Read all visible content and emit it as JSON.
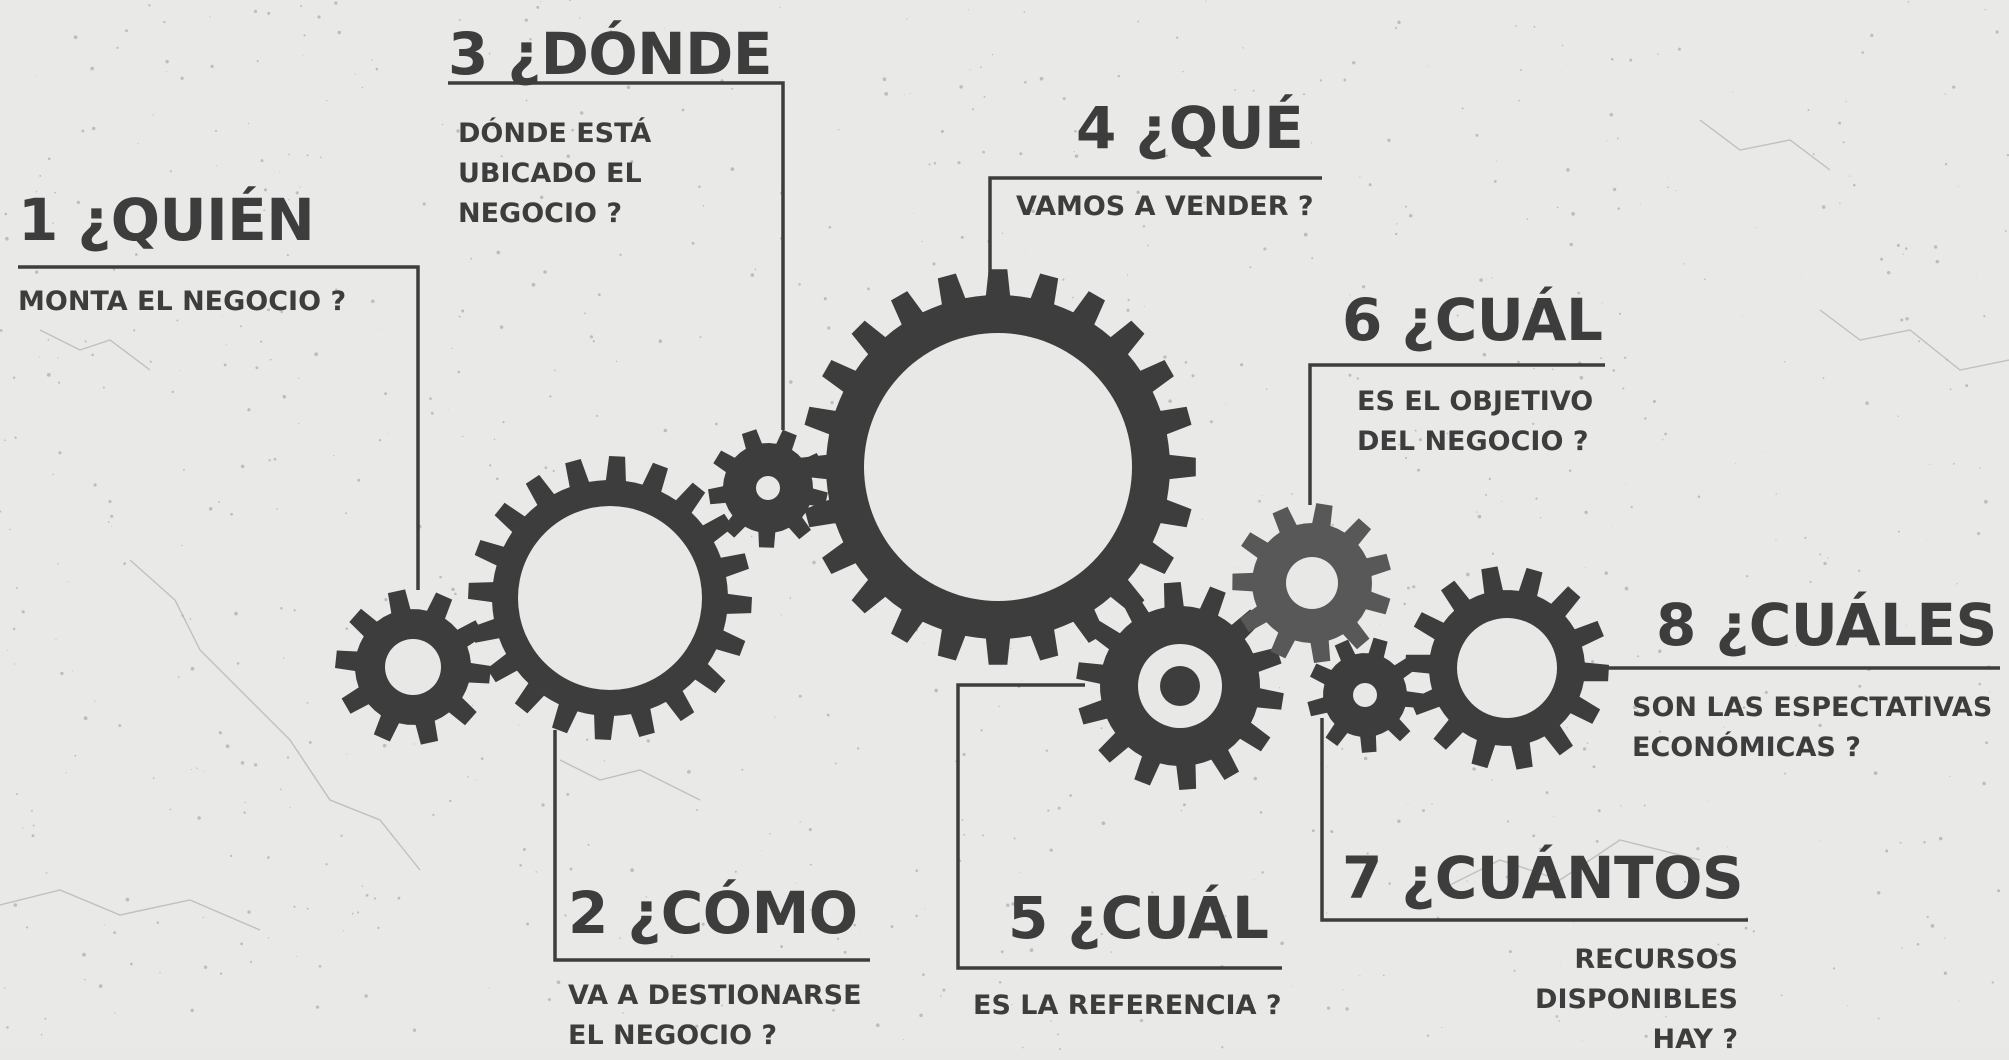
{
  "colors": {
    "background": "#e8e8e6",
    "ink": "#3d3d3d",
    "accent_gear": "#585858"
  },
  "steps": [
    {
      "id": 1,
      "title": "1 ¿QUIÉN",
      "desc": "MONTA EL NEGOCIO ?"
    },
    {
      "id": 2,
      "title": "2 ¿CÓMO",
      "desc": "VA A DESTIONARSE\nEL NEGOCIO ?"
    },
    {
      "id": 3,
      "title": "3 ¿DÓNDE",
      "desc": "DÓNDE ESTÁ\nUBICADO EL\nNEGOCIO ?"
    },
    {
      "id": 4,
      "title": "4 ¿QUÉ",
      "desc": "VAMOS A VENDER ?"
    },
    {
      "id": 5,
      "title": "5 ¿CUÁL",
      "desc": "ES LA REFERENCIA ?"
    },
    {
      "id": 6,
      "title": "6 ¿CUÁL",
      "desc": "ES EL OBJETIVO\nDEL NEGOCIO ?"
    },
    {
      "id": 7,
      "title": "7 ¿CUÁNTOS",
      "desc": "RECURSOS DISPONIBLES\nHAY ?"
    },
    {
      "id": 8,
      "title": "8 ¿CUÁLES",
      "desc": "SON LAS ESPECTATIVAS\nECONÓMICAS ?"
    }
  ],
  "icons": [
    "gear-icon"
  ]
}
